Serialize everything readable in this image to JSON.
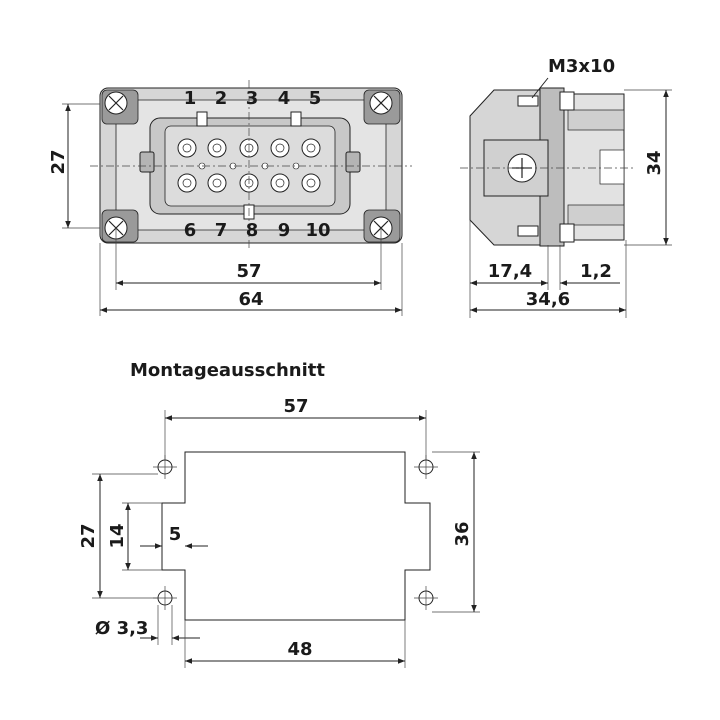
{
  "front_view": {
    "contact_numbers_top": [
      "1",
      "2",
      "3",
      "4",
      "5"
    ],
    "contact_numbers_bottom": [
      "6",
      "7",
      "8",
      "9",
      "10"
    ],
    "dim_height": "27",
    "dim_inner_width": "57",
    "dim_outer_width": "64"
  },
  "side_view": {
    "screw_label": "M3x10",
    "dim_height": "34",
    "dim_body_depth": "17,4",
    "dim_flange": "1,2",
    "dim_total_depth": "34,6"
  },
  "cutout": {
    "title": "Montageausschnitt",
    "dim_top_width": "57",
    "dim_left_height": "27",
    "dim_slot_height": "14",
    "dim_slot_depth": "5",
    "dim_right_height": "36",
    "dim_hole": "Ø 3,3",
    "dim_bottom_width": "48"
  }
}
